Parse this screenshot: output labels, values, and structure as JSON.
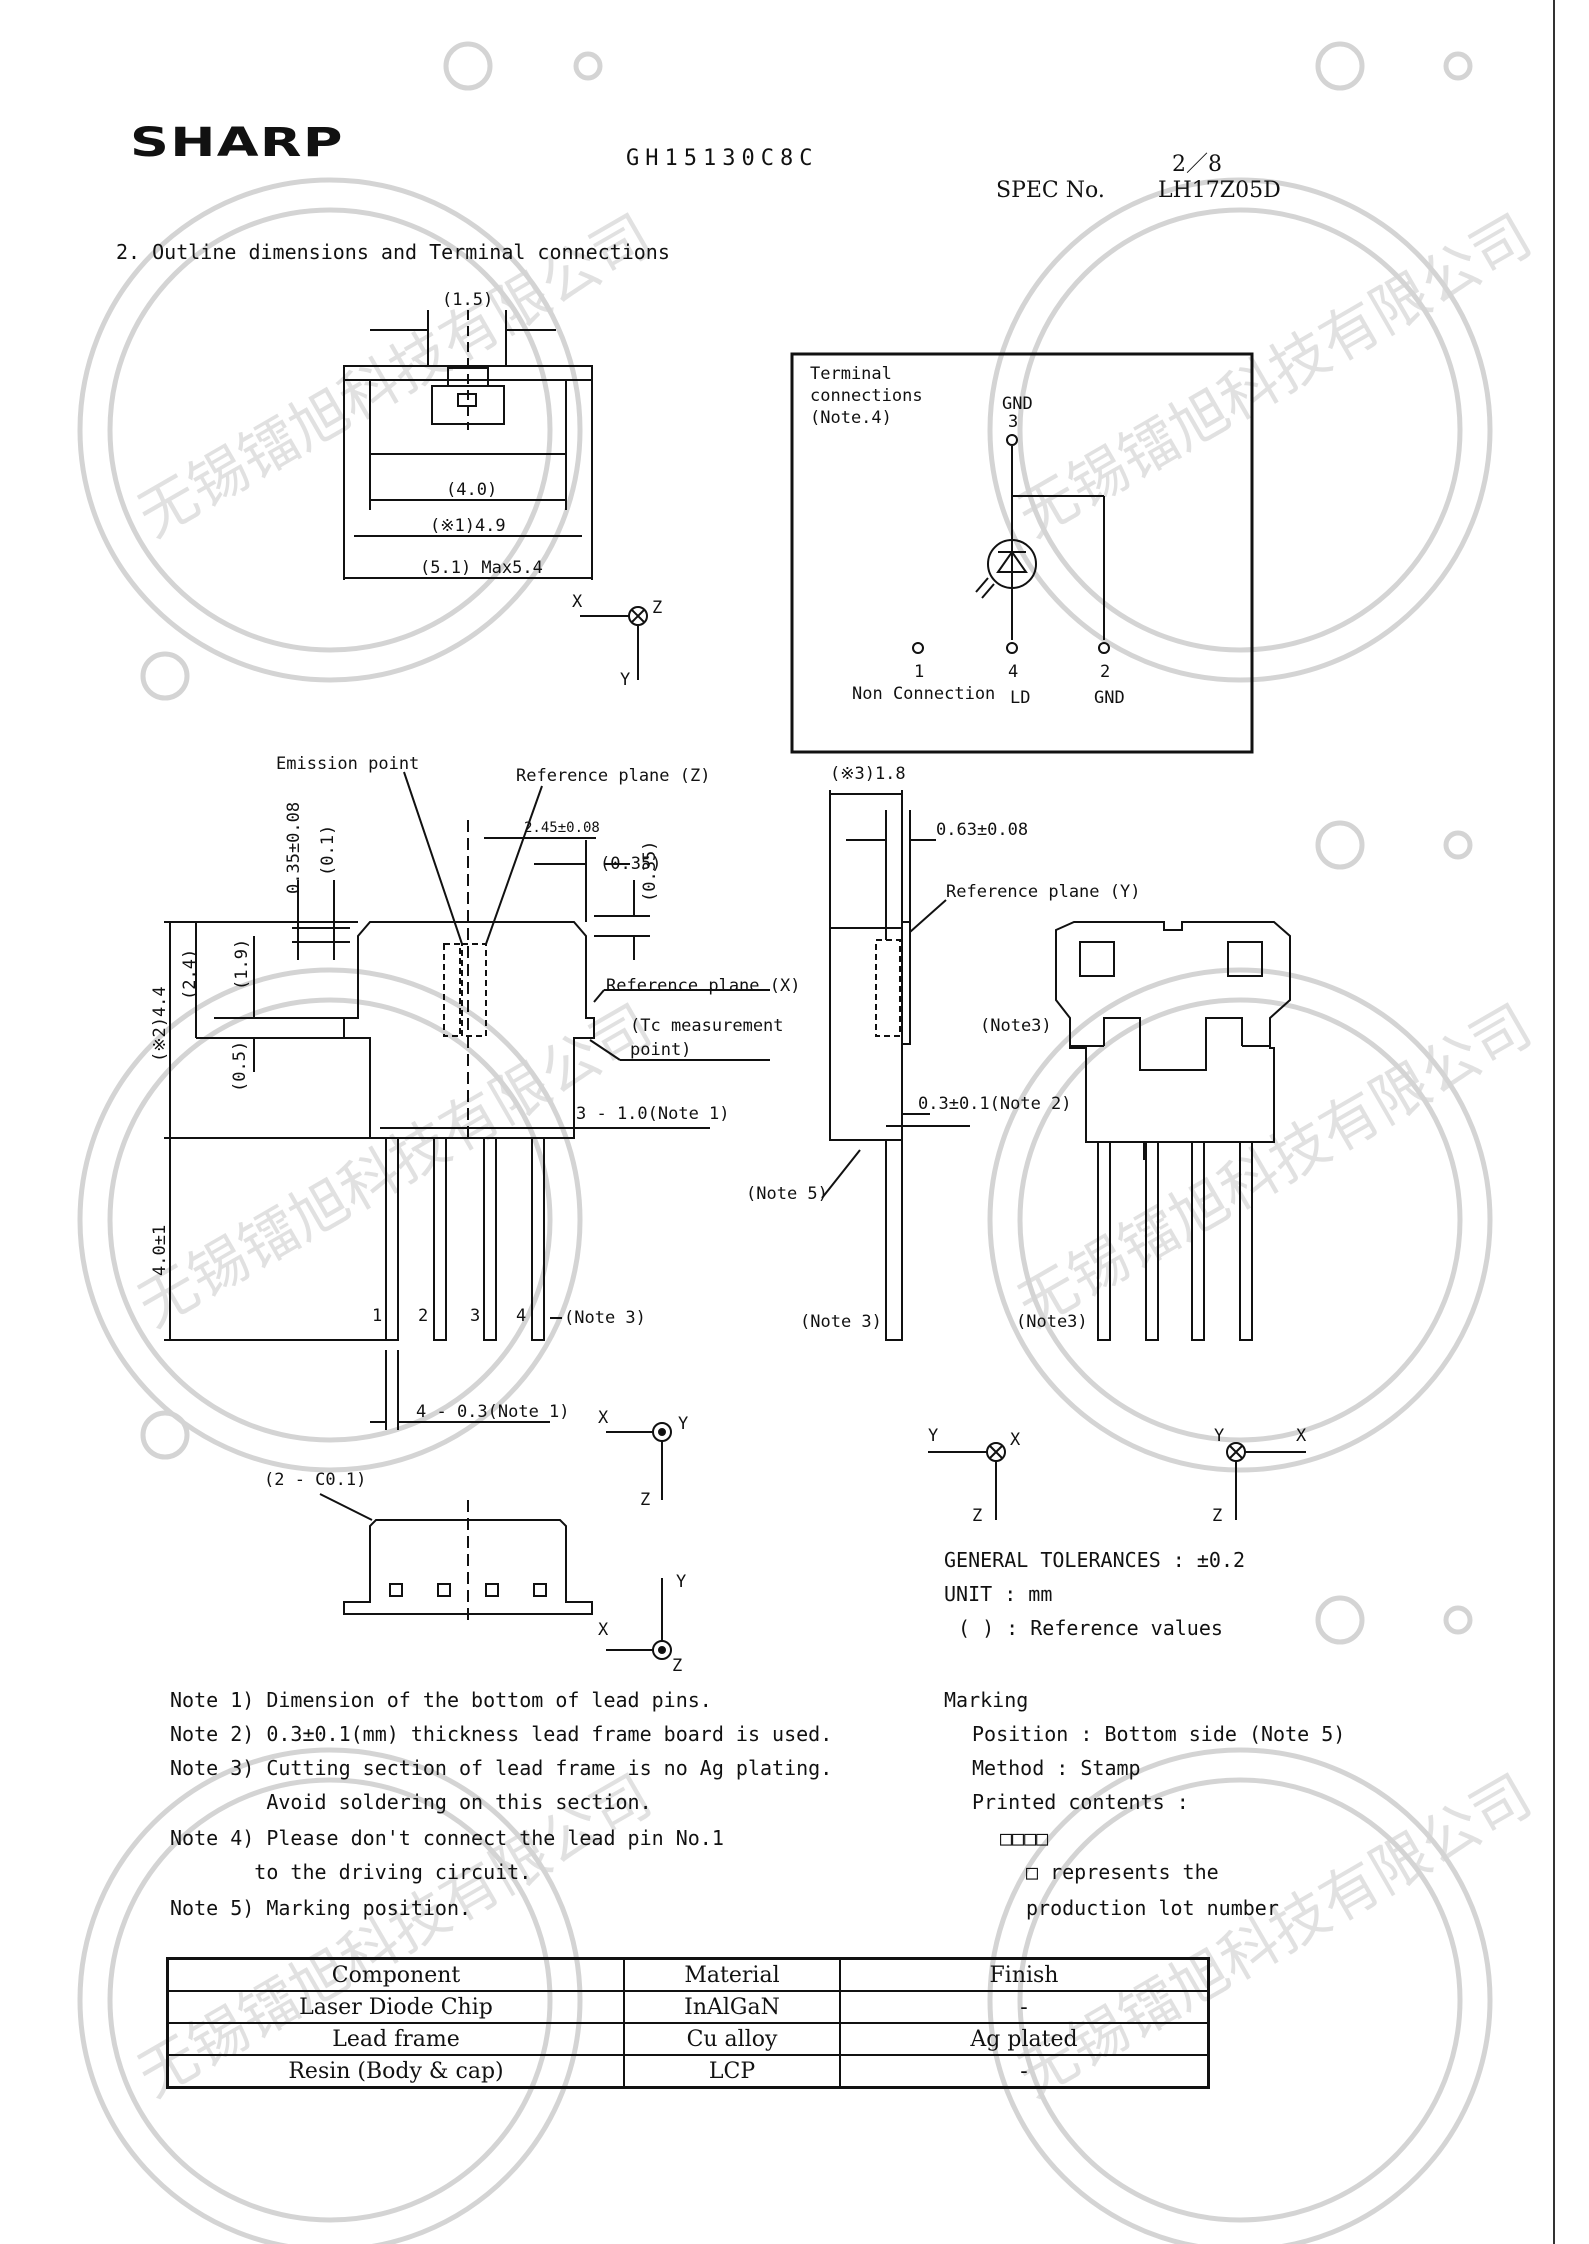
{
  "header": {
    "logo": "SHARP",
    "model": "GH15130C8C",
    "page": "2／8",
    "spec_label": "SPEC No.",
    "spec_value": "LH17Z05D"
  },
  "section_title": "2. Outline dimensions and Terminal connections",
  "watermark": "无锡镭旭科技有限公司",
  "top_view": {
    "dim_15": "(1.5)",
    "dim_40": "(4.0)",
    "dim_49": "(※1)4.9",
    "dim_54": "(5.1) Max5.4",
    "axis_x": "X",
    "axis_y": "Y",
    "axis_z": "Z"
  },
  "terminal_box": {
    "title_l1": "Terminal",
    "title_l2": "connections",
    "title_l3": "(Note.4)",
    "pin3_name": "GND",
    "pin3_num": "3",
    "pin1_num": "1",
    "pin1_name": "Non Connection",
    "pin4_num": "4",
    "pin4_name": "LD",
    "pin2_num": "2",
    "pin2_name": "GND"
  },
  "front_view": {
    "emission_point": "Emission point",
    "ref_plane_z": "Reference plane (Z)",
    "dim_245": "2.45±0.08",
    "dim_035a": "(0.35)",
    "dim_035b": "(0.35)",
    "dim_035v": "0.35±0.08",
    "dim_01": "(0.1)",
    "ref_plane_x": "Reference plane (X)",
    "tc_l1": "(Tc measurement",
    "tc_l2": "point)",
    "dim_44": "(※2)4.4",
    "dim_24": "(2.4)",
    "dim_19": "(1.9)",
    "dim_05": "(0.5)",
    "dim_31": "3 - 1.0(Note 1)",
    "dim_40": "4.0±1",
    "pin1": "1",
    "pin2": "2",
    "pin3": "3",
    "pin4": "4",
    "note3": "(Note 3)",
    "dim_403": "4 - 0.3(Note 1)",
    "axis_x": "X",
    "axis_y": "Y",
    "axis_z": "Z"
  },
  "side_view": {
    "dim_18": "(※3)1.8",
    "dim_063": "0.63±0.08",
    "ref_plane_y": "Reference plane (Y)",
    "dim_03": "0.3±0.1(Note 2)",
    "note5": "(Note 5)",
    "note3": "(Note 3)"
  },
  "back_view": {
    "note3a": "(Note3)",
    "note3b": "(Note3)"
  },
  "bottom_view": {
    "c01": "(2 - C0.1)",
    "axis_x": "X",
    "axis_y": "Y",
    "axis_z": "Z"
  },
  "axes_right": {
    "a1_y": "Y",
    "a1_x": "X",
    "a1_z": "Z",
    "a2_y": "Y",
    "a2_x": "X",
    "a2_z": "Z"
  },
  "tolerances": {
    "general": "GENERAL TOLERANCES  : ±0.2",
    "unit": "UNIT  : mm",
    "reference": "( )  : Reference values"
  },
  "notes": [
    "Note 1) Dimension of the bottom of lead pins.",
    "Note 2) 0.3±0.1(mm) thickness lead frame board is used.",
    "Note 3) Cutting section of lead frame is no Ag plating.",
    "        Avoid soldering on this section.",
    "Note 4) Please don't connect the lead pin No.1",
    "       to the driving circuit.",
    "Note 5) Marking position."
  ],
  "marking": {
    "title": "Marking",
    "position": "Position  : Bottom side (Note 5)",
    "method": "Method  : Stamp",
    "printed": "Printed contents  :",
    "boxes": "□□□□",
    "represents": "□ represents the",
    "lot": "production lot number"
  },
  "table": {
    "headers": [
      "Component",
      "Material",
      "Finish"
    ],
    "rows": [
      [
        "Laser Diode Chip",
        "InAlGaN",
        "-"
      ],
      [
        "Lead frame",
        "Cu alloy",
        "Ag plated"
      ],
      [
        "Resin (Body & cap)",
        "LCP",
        "-"
      ]
    ]
  }
}
